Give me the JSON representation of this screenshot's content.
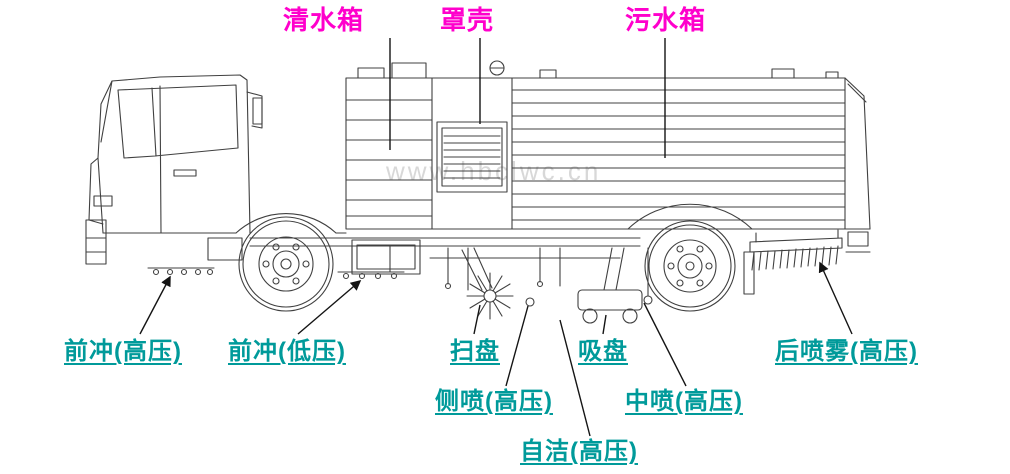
{
  "diagram": {
    "watermark": "www.hbclwc.cn"
  },
  "colors": {
    "background": "#ffffff",
    "top_label": "#ff00cc",
    "bottom_label": "#009a9a",
    "drawing_line": "#404040",
    "leader_line": "#141414",
    "watermark": "#d8d8d8"
  },
  "labels": {
    "clean_water_tank": "清水箱",
    "cover_shell": "罩壳",
    "sewage_tank": "污水箱",
    "front_flush_high": "前冲(高压)",
    "front_flush_low": "前冲(低压)",
    "sweep_disc": "扫盘",
    "suction_disc": "吸盘",
    "rear_spray_high": "后喷雾(高压)",
    "side_spray_high": "侧喷(高压)",
    "middle_spray_high": "中喷(高压)",
    "self_clean_high": "自洁(高压)"
  }
}
